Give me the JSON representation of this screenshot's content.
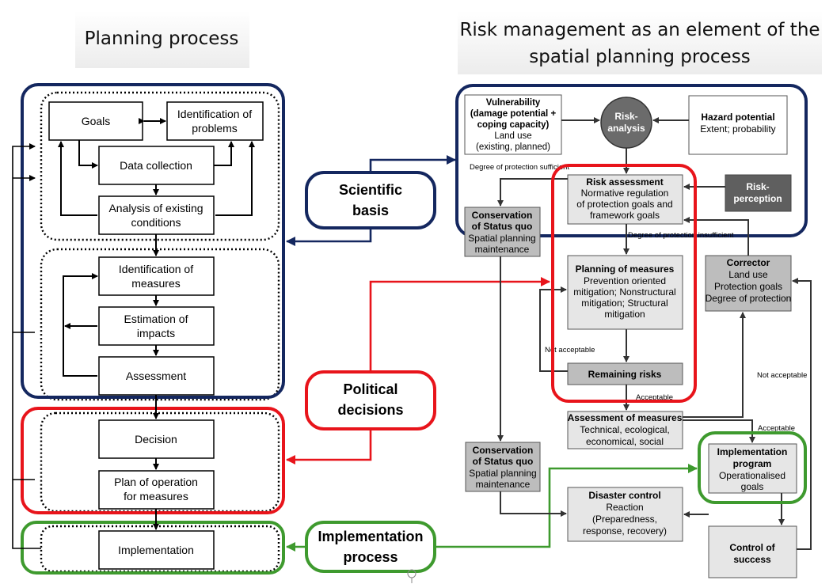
{
  "headers": {
    "left": "Planning process",
    "right_line1": "Risk management as an element of the",
    "right_line2": "spatial planning process"
  },
  "planning": {
    "goals": "Goals",
    "identification_problems": [
      "Identification of",
      "problems"
    ],
    "data_collection": "Data collection",
    "analysis": [
      "Analysis of existing",
      "conditions"
    ],
    "identification_measures": [
      "Identification of",
      "measures"
    ],
    "estimation": [
      "Estimation of",
      "impacts"
    ],
    "assessment": "Assessment",
    "decision": "Decision",
    "plan_operation": [
      "Plan of operation",
      "for measures"
    ],
    "implementation": "Implementation"
  },
  "connectors": {
    "scientific": [
      "Scientific",
      "basis"
    ],
    "political": [
      "Political",
      "decisions"
    ],
    "implementation": [
      "Implementation",
      "process"
    ]
  },
  "risk": {
    "vulnerability": [
      "Vulnerability",
      "(damage potential +",
      "coping capacity)",
      "Land use",
      "(existing, planned)"
    ],
    "risk_analysis": [
      "Risk-",
      "analysis"
    ],
    "hazard": [
      "Hazard potential",
      "Extent;  probability"
    ],
    "degree_sufficient": "Degree of protection sufficient",
    "risk_assessment": [
      "Risk assessment",
      "Normative regulation",
      "of protection goals and",
      "framework goals"
    ],
    "risk_perception": [
      "Risk-",
      "perception"
    ],
    "conservation_top": [
      "Conservation",
      "of Status quo",
      "Spatial planning",
      "maintenance"
    ],
    "degree_insufficient": "Degree of protection insufficient",
    "planning_measures": [
      "Planning of measures",
      "Prevention oriented",
      "mitigation; Nonstructural",
      "mitigation; Structural",
      "mitigation"
    ],
    "corrector": [
      "Corrector",
      "Land use",
      "Protection goals",
      "Degree of protection"
    ],
    "not_acceptable_1": "Not acceptable",
    "remaining_risks": "Remaining risks",
    "acceptable_1": "Acceptable",
    "not_acceptable_2": "Not acceptable",
    "assessment_measures": [
      "Assessment of measures",
      "Technical, ecological,",
      "economical, social"
    ],
    "acceptable_2": "Acceptable",
    "conservation_bottom": [
      "Conservation",
      "of Status quo",
      "Spatial planning",
      "maintenance"
    ],
    "implementation_program": [
      "Implementation",
      "program",
      "Operationalised",
      "goals"
    ],
    "disaster_control": [
      "Disaster control",
      "Reaction",
      "(Preparedness,",
      "response, recovery)"
    ],
    "control_success": [
      "Control of",
      "success"
    ]
  },
  "colors": {
    "navy": "#14275f",
    "red": "#e8141b",
    "green": "#3e9a2e",
    "dark_gray": "#5f5f5f",
    "mid_gray": "#bdbdbd",
    "light_gray": "#e6e6e6"
  }
}
